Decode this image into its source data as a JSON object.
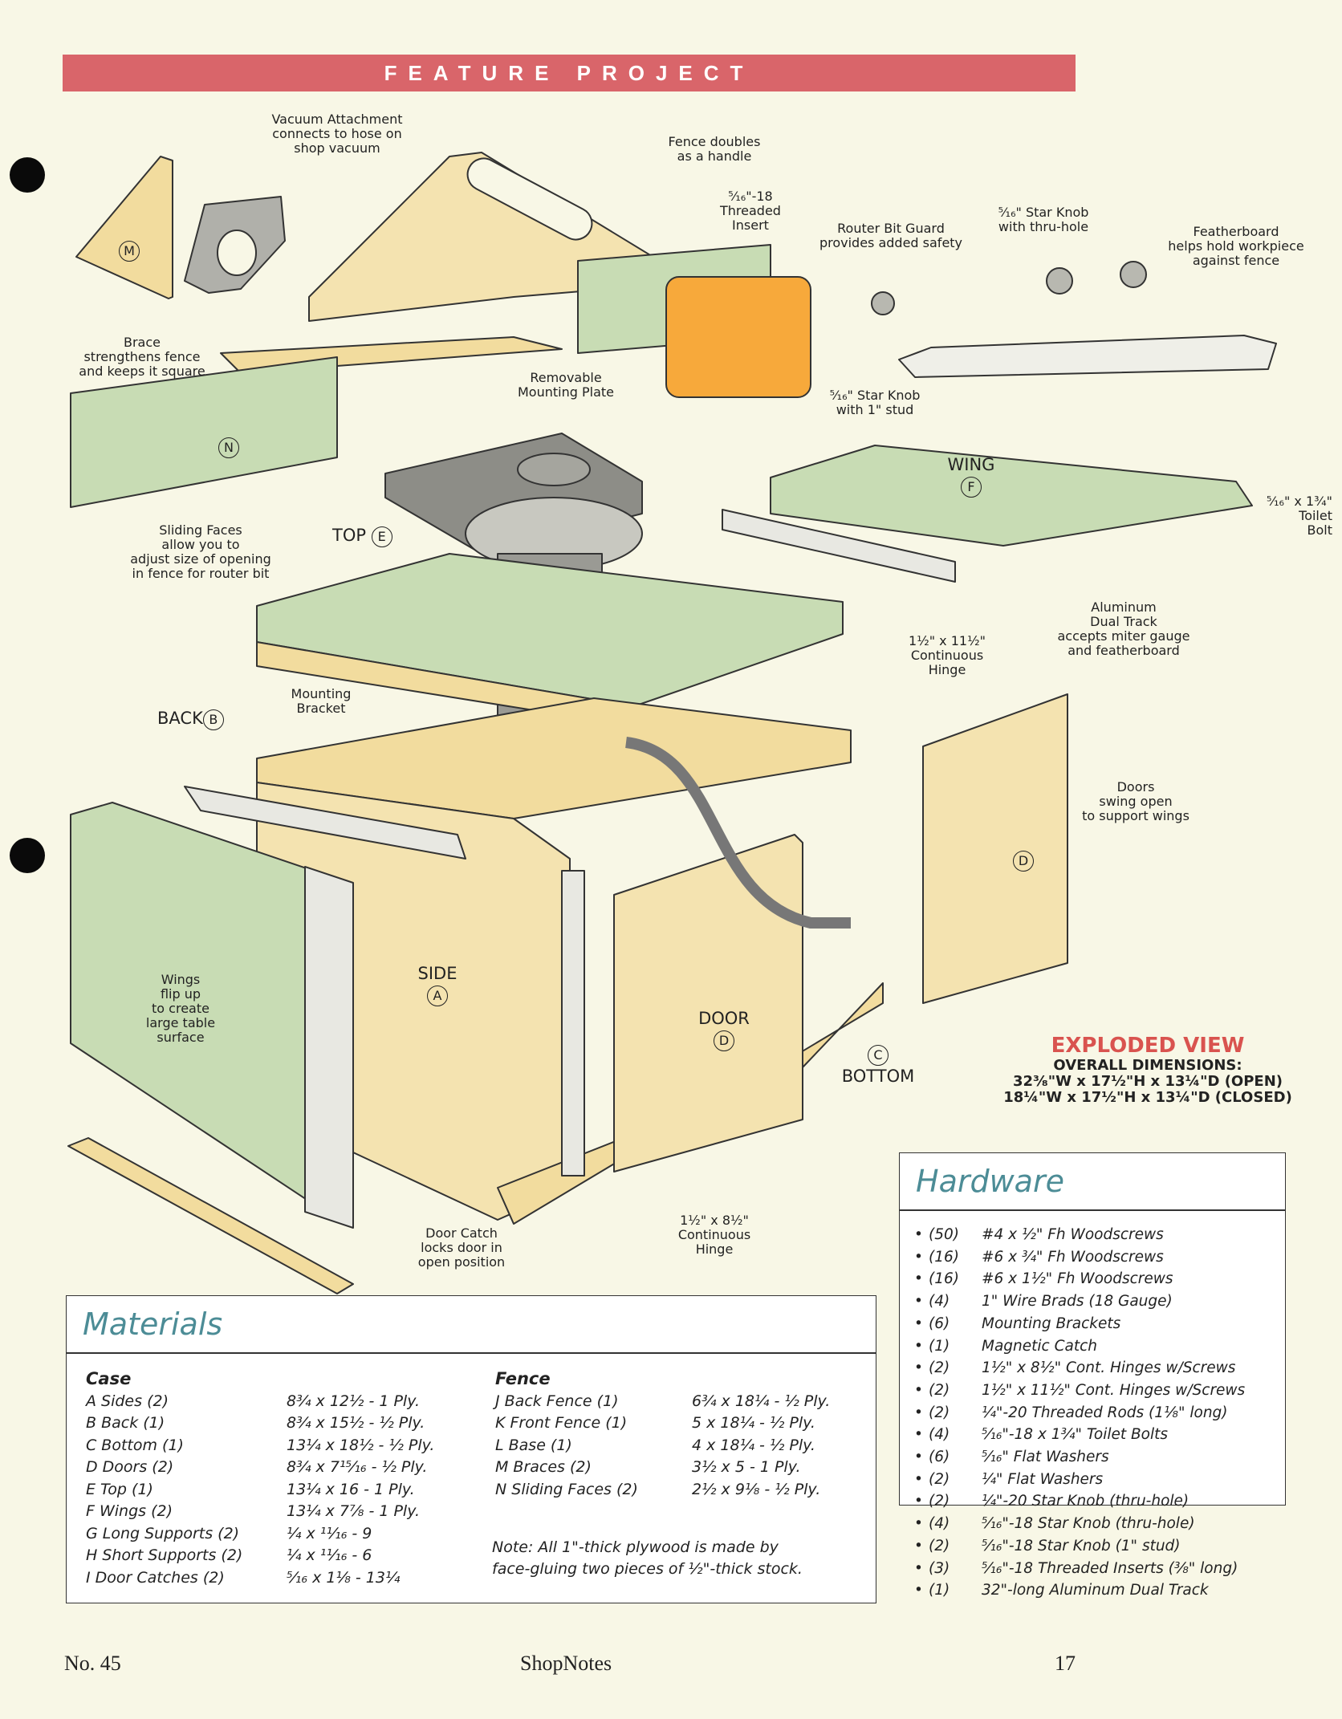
{
  "header": {
    "banner": "FEATURE PROJECT"
  },
  "diagram": {
    "callouts": {
      "vacuum": "Vacuum Attachment\nconnects to hose on\nshop vacuum",
      "fence_handle": "Fence doubles\nas a handle",
      "threaded_insert": "⁵⁄₁₆\"-18\nThreaded\nInsert",
      "bit_guard": "Router Bit Guard\nprovides added safety",
      "star_knob_thru": "⁵⁄₁₆\" Star Knob\nwith thru-hole",
      "featherboard": "Featherboard\nhelps hold workpiece\nagainst fence",
      "brace": "Brace\nstrengthens fence\nand keeps it square",
      "star_knob_stud": "⁵⁄₁₆\" Star Knob\nwith 1\" stud",
      "mounting_plate": "Removable\nMounting Plate",
      "toilet_bolt": "⁵⁄₁₆\" x 1³⁄₄\"\nToilet\nBolt",
      "sliding_faces": "Sliding Faces\nallow you to\nadjust size of opening\nin fence for router bit",
      "dual_track": "Aluminum\nDual Track\naccepts miter gauge\nand featherboard",
      "hinge_long": "1½\" x 11½\"\nContinuous\nHinge",
      "mounting_bracket": "Mounting\nBracket",
      "doors_swing": "Doors\nswing open\nto support wings",
      "wings_flip": "Wings\nflip up\nto create\nlarge table\nsurface",
      "door_catch": "Door Catch\nlocks door in\nopen position",
      "hinge_short": "1½\" x 8½\"\nContinuous\nHinge"
    },
    "parts": {
      "M": "M",
      "N": "N",
      "wing": "WING",
      "F": "F",
      "top": "TOP",
      "E": "E",
      "back": "BACK",
      "B": "B",
      "side": "SIDE",
      "A": "A",
      "door": "DOOR",
      "D": "D",
      "bottom": "BOTTOM",
      "C": "C"
    },
    "exploded": {
      "title": "EXPLODED VIEW",
      "subtitle": "OVERALL DIMENSIONS:",
      "open": "32³⁄₈\"W x 17½\"H x 13¼\"D (OPEN)",
      "closed": "18¼\"W x 17½\"H x 13¼\"D (CLOSED)"
    }
  },
  "materials": {
    "title": "Materials",
    "case": {
      "heading": "Case",
      "items": [
        {
          "name": "A  Sides (2)",
          "size": "8³⁄₄ x 12¹⁄₂ - 1 Ply."
        },
        {
          "name": "B  Back (1)",
          "size": "8³⁄₄ x 15¹⁄₂ - ¹⁄₂ Ply."
        },
        {
          "name": "C  Bottom (1)",
          "size": "13¹⁄₄ x 18¹⁄₂ - ¹⁄₂ Ply."
        },
        {
          "name": "D  Doors (2)",
          "size": "8³⁄₄ x 7¹⁵⁄₁₆ - ¹⁄₂ Ply."
        },
        {
          "name": "E  Top (1)",
          "size": "13¹⁄₄ x 16 - 1 Ply."
        },
        {
          "name": "F  Wings (2)",
          "size": "13¹⁄₄ x 7⁷⁄₈ - 1 Ply."
        },
        {
          "name": "G  Long Supports (2)",
          "size": "¹⁄₄ x ¹¹⁄₁₆ - 9"
        },
        {
          "name": "H  Short Supports (2)",
          "size": "¹⁄₄ x ¹¹⁄₁₆ - 6"
        },
        {
          "name": "I   Door Catches (2)",
          "size": "⁵⁄₁₆ x 1¹⁄₈ - 13¹⁄₄"
        }
      ]
    },
    "fence": {
      "heading": "Fence",
      "items": [
        {
          "name": "J  Back Fence (1)",
          "size": "6³⁄₄ x 18¹⁄₄ - ¹⁄₂ Ply."
        },
        {
          "name": "K  Front Fence (1)",
          "size": "5 x 18¹⁄₄ - ¹⁄₂ Ply."
        },
        {
          "name": "L  Base (1)",
          "size": "4 x 18¹⁄₄ - ¹⁄₂ Ply."
        },
        {
          "name": "M  Braces (2)",
          "size": "3¹⁄₂ x 5 - 1 Ply."
        },
        {
          "name": "N  Sliding Faces (2)",
          "size": "2¹⁄₂ x 9¹⁄₈ - ¹⁄₂ Ply."
        }
      ]
    },
    "note": "Note: All 1\"-thick plywood is made by\nface-gluing two pieces of ¹⁄₂\"-thick stock."
  },
  "hardware": {
    "title": "Hardware",
    "items": [
      {
        "qty": "(50)",
        "desc": "#4 x ¹⁄₂\" Fh Woodscrews"
      },
      {
        "qty": "(16)",
        "desc": "#6 x ³⁄₄\" Fh Woodscrews"
      },
      {
        "qty": "(16)",
        "desc": "#6 x 1¹⁄₂\" Fh Woodscrews"
      },
      {
        "qty": "(4)",
        "desc": "1\" Wire Brads (18 Gauge)"
      },
      {
        "qty": "(6)",
        "desc": "Mounting Brackets"
      },
      {
        "qty": "(1)",
        "desc": "Magnetic Catch"
      },
      {
        "qty": "(2)",
        "desc": "1¹⁄₂\" x 8¹⁄₂\" Cont. Hinges w/Screws"
      },
      {
        "qty": "(2)",
        "desc": "1¹⁄₂\" x 11¹⁄₂\" Cont. Hinges w/Screws"
      },
      {
        "qty": "(2)",
        "desc": "¹⁄₄\"-20 Threaded Rods (1¹⁄₈\" long)"
      },
      {
        "qty": "(4)",
        "desc": "⁵⁄₁₆\"-18 x 1³⁄₄\" Toilet Bolts"
      },
      {
        "qty": "(6)",
        "desc": "⁵⁄₁₆\" Flat Washers"
      },
      {
        "qty": "(2)",
        "desc": "¹⁄₄\" Flat Washers"
      },
      {
        "qty": "(2)",
        "desc": "¹⁄₄\"-20 Star Knob (thru-hole)"
      },
      {
        "qty": "(4)",
        "desc": "⁵⁄₁₆\"-18 Star Knob (thru-hole)"
      },
      {
        "qty": "(2)",
        "desc": "⁵⁄₁₆\"-18 Star Knob (1\" stud)"
      },
      {
        "qty": "(3)",
        "desc": "⁵⁄₁₆\"-18 Threaded Inserts (³⁄₈\" long)"
      },
      {
        "qty": "(1)",
        "desc": "32\"-long Aluminum Dual Track"
      }
    ]
  },
  "footer": {
    "issue": "No. 45",
    "magazine": "ShopNotes",
    "page": "17"
  }
}
